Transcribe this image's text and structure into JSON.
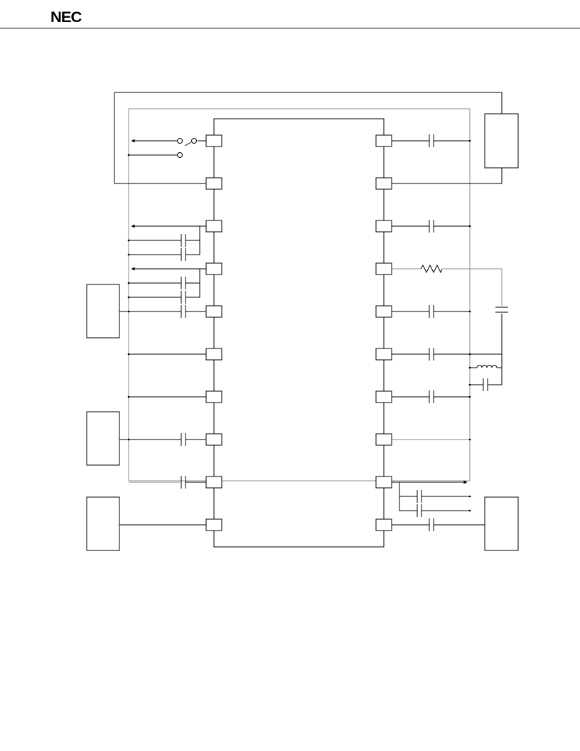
{
  "header": {
    "brand": "NEC"
  },
  "colors": {
    "ink": "#000000",
    "gray": "#8c8c8c",
    "paper": "#ffffff"
  },
  "diagram": {
    "chip": {
      "pins_per_side": 10
    },
    "external_blocks": [
      "left-block-1",
      "left-block-2",
      "left-block-3",
      "right-block-top",
      "right-block-bottom"
    ]
  }
}
